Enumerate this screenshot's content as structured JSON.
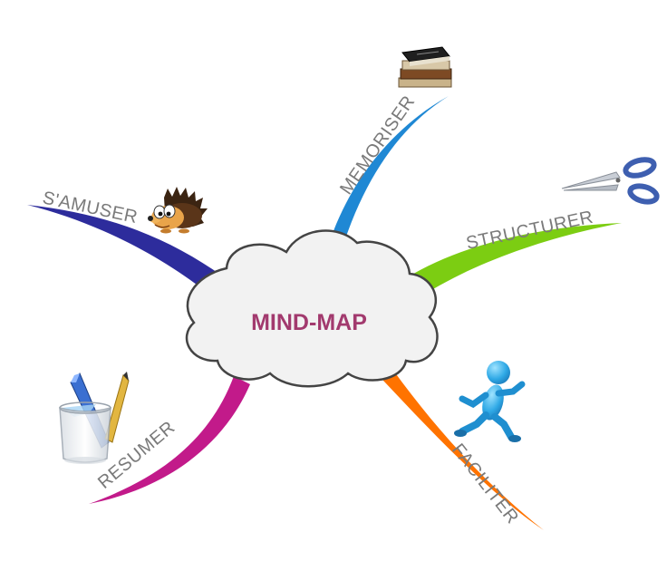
{
  "center": {
    "label": "MIND-MAP",
    "shape": "cloud",
    "fill": "#f2f2f2",
    "stroke": "#444444",
    "text_color": "#a23a6e"
  },
  "branches": [
    {
      "id": "samuser",
      "label": "S'AMUSER",
      "color": "#2d2c9c",
      "icon": "hedgehog-icon"
    },
    {
      "id": "memoriser",
      "label": "MEMORISER",
      "color": "#1f88d4",
      "icon": "books-icon"
    },
    {
      "id": "structurer",
      "label": "STRUCTURER",
      "color": "#7ccd12",
      "icon": "scissors-icon"
    },
    {
      "id": "faciliter",
      "label": "FACILITER",
      "color": "#ff7300",
      "icon": "running-figure-icon"
    },
    {
      "id": "resumer",
      "label": "RESUMER",
      "color": "#c21a8a",
      "icon": "pen-cup-icon"
    }
  ],
  "label_color": "#7a7a7a"
}
